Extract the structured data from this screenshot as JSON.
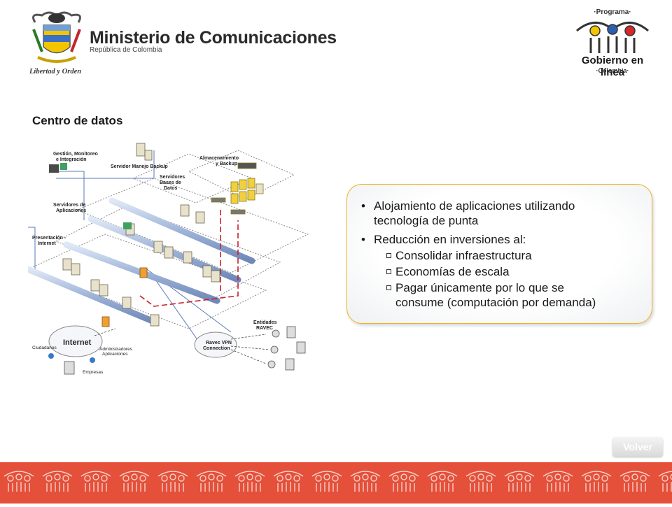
{
  "header": {
    "ministry_title": "Ministerio de Comunicaciones",
    "ministry_subtitle": "República de Colombia",
    "motto": "Libertad y Orden",
    "program_label": "·Programa·",
    "program_name": "Gobierno en línea",
    "program_country": "·Colombia·"
  },
  "section_title": "Centro de datos",
  "diagram": {
    "labels": {
      "gestion": [
        "Gestión, Monitoreo",
        "e Integración"
      ],
      "servidor_backup": "Servidor Manejo Backup",
      "almacenamiento": [
        "Almacenamiento",
        "y Backup"
      ],
      "servidores_bd": [
        "Servidores",
        "Bases de",
        "Datos"
      ],
      "servidores_app": [
        "Servidores de",
        "Aplicaciones"
      ],
      "presentacion": [
        "Presentación -",
        "Internet"
      ],
      "entidades": [
        "Entidades",
        "RAVEC"
      ],
      "internet": "Internet",
      "ravec_vpn": [
        "Ravec VPN",
        "Connection"
      ],
      "ciudadanos": "Ciudadanos",
      "administradores": [
        "Administradores",
        "Aplicaciones"
      ],
      "empresas": "Empresas"
    }
  },
  "callout": {
    "bullets": [
      {
        "lines": [
          "Alojamiento de aplicaciones utilizando",
          "tecnología de punta"
        ]
      },
      {
        "lines": [
          "Reducción en inversiones al:"
        ],
        "sub": [
          {
            "lines": [
              "Consolidar infraestructura"
            ]
          },
          {
            "lines": [
              "Economías de escala"
            ]
          },
          {
            "lines": [
              "Pagar únicamente por lo que se",
              "consume (computación por demanda)"
            ]
          }
        ]
      }
    ]
  },
  "volver_label": "Volver",
  "colors": {
    "footer": "#e4503a",
    "callout_border": "#f0b020",
    "pipe": "#9fb4d8"
  }
}
